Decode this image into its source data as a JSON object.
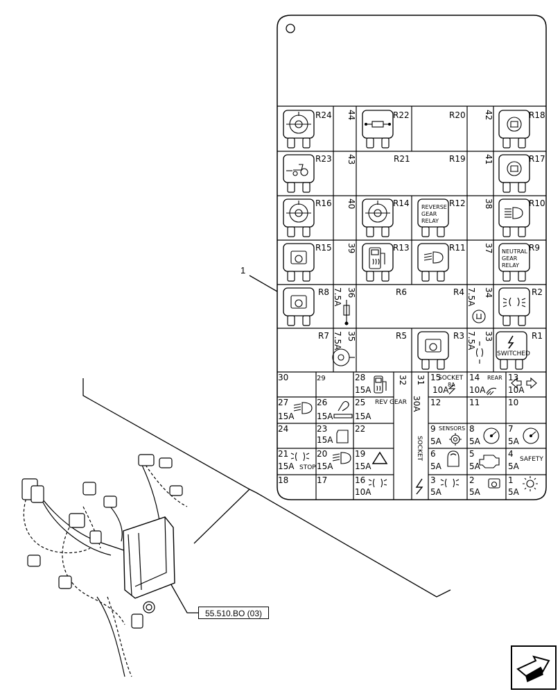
{
  "callout": {
    "label": "1"
  },
  "reference": {
    "code": "55.510.BO (03)"
  },
  "relays": [
    {
      "id": "R24",
      "icon": "fan-heater-icon"
    },
    {
      "id": "R22",
      "icon": "resistor-icon"
    },
    {
      "id": "R20",
      "icon": ""
    },
    {
      "id": "R18",
      "icon": "seat-icon"
    },
    {
      "id": "R23",
      "icon": "tractor-implement-icon"
    },
    {
      "id": "R21",
      "icon": ""
    },
    {
      "id": "R19",
      "icon": ""
    },
    {
      "id": "R17",
      "icon": "seat-icon"
    },
    {
      "id": "R16",
      "icon": "fan-heater-icon"
    },
    {
      "id": "R14",
      "icon": "fan-heater-icon"
    },
    {
      "id": "R12",
      "icon": "text",
      "text": [
        "REVERSE",
        "GEAR",
        "RELAY"
      ]
    },
    {
      "id": "R10",
      "icon": "high-beam-icon"
    },
    {
      "id": "R15",
      "icon": "transmission-icon"
    },
    {
      "id": "R13",
      "icon": "fuel-heater-icon"
    },
    {
      "id": "R11",
      "icon": "low-beam-icon"
    },
    {
      "id": "R9",
      "icon": "text",
      "text": [
        "NEUTRAL",
        "GEAR",
        "RELAY"
      ]
    },
    {
      "id": "R8",
      "icon": "transmission-icon"
    },
    {
      "id": "R6",
      "icon": ""
    },
    {
      "id": "R4",
      "icon": ""
    },
    {
      "id": "R2",
      "icon": "side-light-icon"
    },
    {
      "id": "R7",
      "icon": ""
    },
    {
      "id": "R5",
      "icon": ""
    },
    {
      "id": "R3",
      "icon": "transmission-icon"
    },
    {
      "id": "R1",
      "icon": "switched-power-icon",
      "text": [
        "SWITCHED"
      ]
    }
  ],
  "relay_side_fuses": [
    {
      "num": "44",
      "rating": ""
    },
    {
      "num": "42",
      "rating": ""
    },
    {
      "num": "43",
      "rating": ""
    },
    {
      "num": "41",
      "rating": ""
    },
    {
      "num": "40",
      "rating": ""
    },
    {
      "num": "38",
      "rating": ""
    },
    {
      "num": "39",
      "rating": ""
    },
    {
      "num": "37",
      "rating": ""
    },
    {
      "num": "36",
      "rating": "7.5A"
    },
    {
      "num": "34",
      "rating": "7.5A"
    },
    {
      "num": "35",
      "rating": "7.5A"
    },
    {
      "num": "33",
      "rating": "7.5A"
    }
  ],
  "fuses": [
    {
      "num": "30",
      "rating": "",
      "label": ""
    },
    {
      "num": "29",
      "rating": "",
      "label": ""
    },
    {
      "num": "28",
      "rating": "15A",
      "label": "",
      "icon": "fuel-heater-icon"
    },
    {
      "num": "32",
      "rating": "",
      "label": ""
    },
    {
      "num": "31",
      "rating": "30A",
      "label": "SOCKET"
    },
    {
      "num": "15",
      "rating": "10A",
      "label": "SOCKET",
      "extra": "8A"
    },
    {
      "num": "14",
      "rating": "10A",
      "label": "REAR"
    },
    {
      "num": "13",
      "rating": "10A",
      "label": "",
      "icon": "turn-signal-icon"
    },
    {
      "num": "27",
      "rating": "15A",
      "label": "",
      "icon": "low-beam-icon"
    },
    {
      "num": "26",
      "rating": "15A",
      "label": "",
      "icon": "cigar-lighter-icon"
    },
    {
      "num": "25",
      "rating": "15A",
      "label": "REV GEAR"
    },
    {
      "num": "12",
      "rating": "",
      "label": ""
    },
    {
      "num": "11",
      "rating": "",
      "label": ""
    },
    {
      "num": "10",
      "rating": "",
      "label": ""
    },
    {
      "num": "24",
      "rating": "",
      "label": ""
    },
    {
      "num": "23",
      "rating": "15A",
      "label": "",
      "icon": "cab-light-icon"
    },
    {
      "num": "22",
      "rating": "",
      "label": ""
    },
    {
      "num": "9",
      "rating": "5A",
      "label": "SENSORS"
    },
    {
      "num": "8",
      "rating": "5A",
      "label": "",
      "icon": "gauge-icon"
    },
    {
      "num": "7",
      "rating": "5A",
      "label": "",
      "icon": "gauge-icon"
    },
    {
      "num": "21",
      "rating": "15A",
      "label": "STOP"
    },
    {
      "num": "20",
      "rating": "15A",
      "label": "",
      "icon": "low-beam-icon"
    },
    {
      "num": "19",
      "rating": "15A",
      "label": "",
      "icon": "hazard-icon"
    },
    {
      "num": "6",
      "rating": "5A",
      "label": "",
      "icon": "seat-belt-icon"
    },
    {
      "num": "5",
      "rating": "5A",
      "label": "",
      "icon": "engine-icon"
    },
    {
      "num": "4",
      "rating": "5A",
      "label": "SAFETY"
    },
    {
      "num": "18",
      "rating": "",
      "label": ""
    },
    {
      "num": "17",
      "rating": "",
      "label": ""
    },
    {
      "num": "16",
      "rating": "10A",
      "label": "",
      "icon": "side-light-icon"
    },
    {
      "num": "3",
      "rating": "5A",
      "label": "",
      "icon": "side-light-icon"
    },
    {
      "num": "2",
      "rating": "5A",
      "label": "",
      "icon": "transmission-icon"
    },
    {
      "num": "1",
      "rating": "5A",
      "label": "",
      "icon": "work-light-icon"
    }
  ],
  "colors": {
    "line": "#000000",
    "background": "#ffffff"
  }
}
